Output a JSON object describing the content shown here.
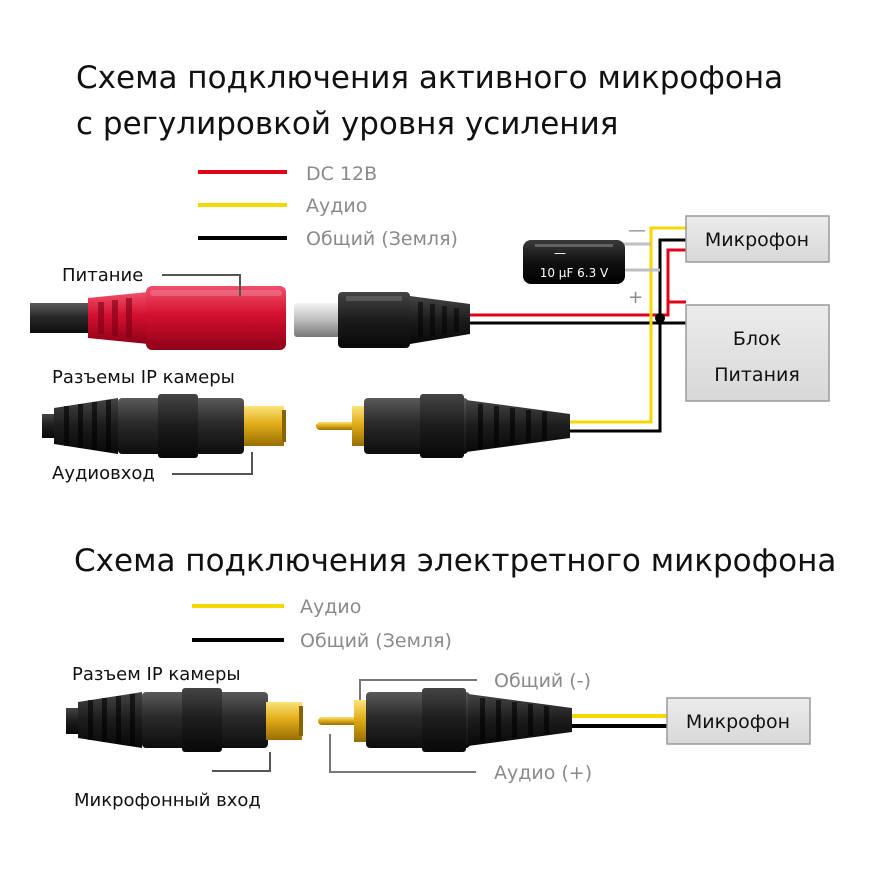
{
  "section_active": {
    "title_line1": "Схема подключения активного микрофона",
    "title_line2": "с регулировкой уровня усиления",
    "legend": [
      {
        "label": "DC 12В",
        "color": "#e3001b"
      },
      {
        "label": "Аудио",
        "color": "#f5d800"
      },
      {
        "label": "Общий (Земля)",
        "color": "#000000"
      }
    ],
    "labels": {
      "power": "Питание",
      "camera_connectors": "Разъемы IP камеры",
      "audio_in": "Аудиовход"
    },
    "capacitor": {
      "text": "10 µF 6.3 V",
      "minus": "—",
      "plus": "+",
      "minus_mark": "—"
    },
    "boxes": {
      "microphone": "Микрофон",
      "psu_line1": "Блок",
      "psu_line2": "Питания"
    }
  },
  "section_electret": {
    "title": "Схема подключения электретного микрофона",
    "legend": [
      {
        "label": "Аудио",
        "color": "#f5d800"
      },
      {
        "label": "Общий (Земля)",
        "color": "#000000"
      }
    ],
    "labels": {
      "camera_connector": "Разъем IP камеры",
      "mic_input": "Микрофонный вход",
      "common": "Общий (-)",
      "audio": "Аудио (+)"
    },
    "boxes": {
      "microphone": "Микрофон"
    }
  }
}
